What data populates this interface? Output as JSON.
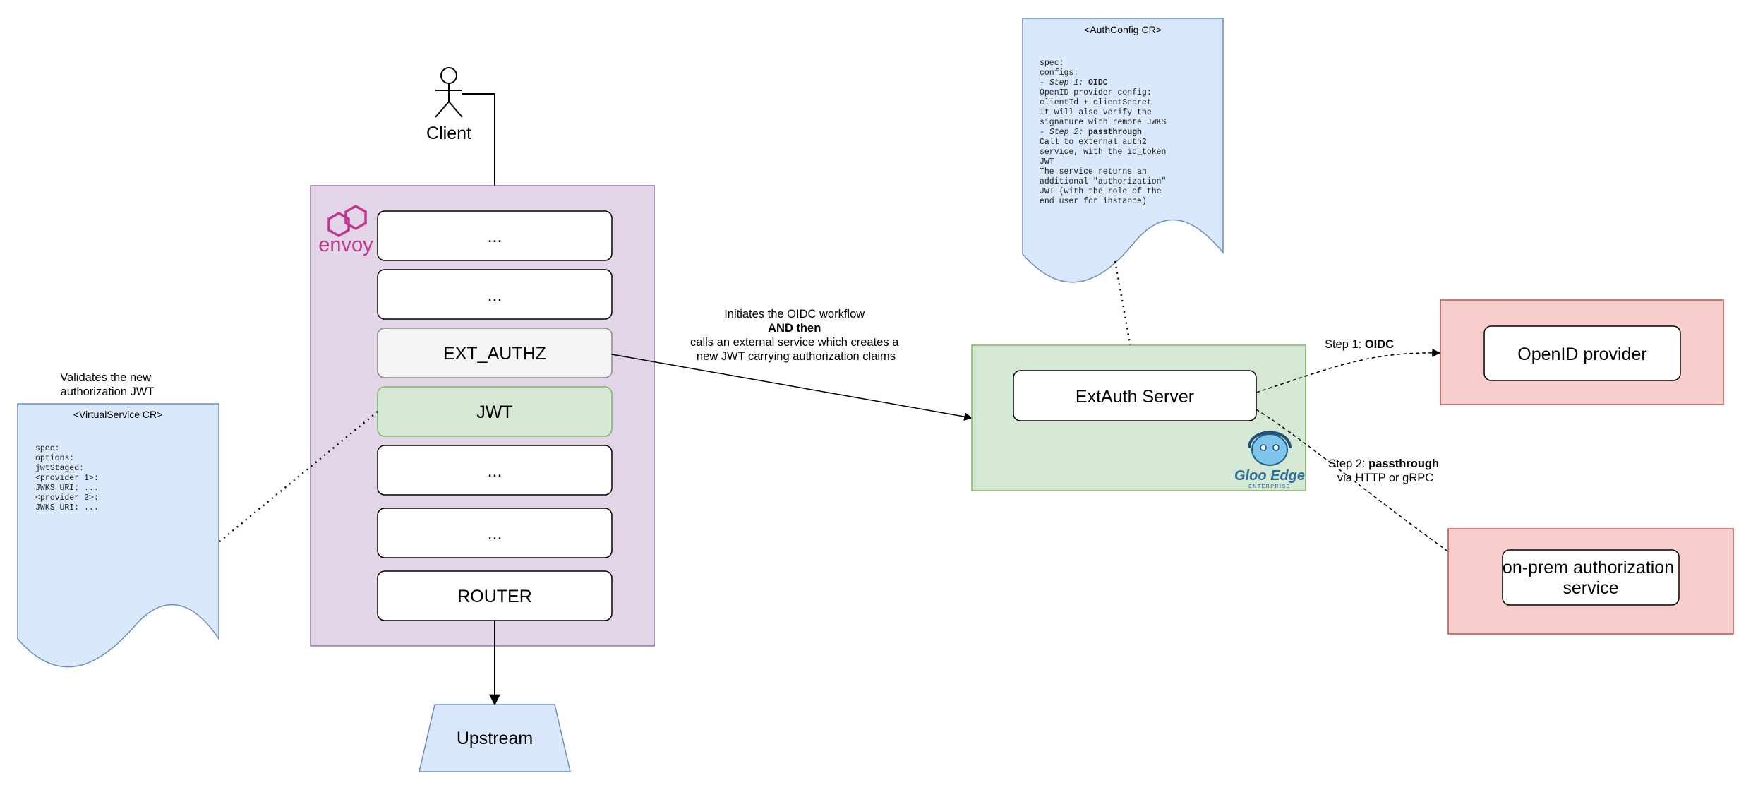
{
  "client": {
    "label": "Client"
  },
  "envoy": {
    "logo_text": "envoy",
    "filters": [
      "...",
      "...",
      "EXT_AUTHZ",
      "JWT",
      "...",
      "...",
      "ROUTER"
    ]
  },
  "upstream": {
    "label": "Upstream"
  },
  "virtual_service": {
    "caption_lines": [
      "Validates the new",
      "authorization JWT"
    ],
    "title": "<VirtualService CR>",
    "code": [
      "spec:",
      "  options:",
      "    jwtStaged:",
      "      <provider 1>:",
      "        JWKS URI: ...",
      "      <provider 2>:",
      "        JWKS URI: ..."
    ]
  },
  "auth_config": {
    "title": "<AuthConfig CR>",
    "code": [
      [
        {
          "t": "spec:"
        }
      ],
      [
        {
          "t": "  configs:"
        }
      ],
      [
        {
          "t": "  - "
        },
        {
          "t": "Step 1:",
          "i": true
        },
        {
          "t": " "
        },
        {
          "t": "OIDC",
          "b": true
        }
      ],
      [
        {
          "t": "    OpenID provider config:"
        }
      ],
      [
        {
          "t": "      clientId + clientSecret"
        }
      ],
      [
        {
          "t": "     It will also verify the"
        }
      ],
      [
        {
          "t": "     signature with remote JWKS"
        }
      ],
      [
        {
          "t": "  - "
        },
        {
          "t": "Step 2:",
          "i": true
        },
        {
          "t": " "
        },
        {
          "t": "passthrough",
          "b": true
        }
      ],
      [
        {
          "t": "    Call to external auth2"
        }
      ],
      [
        {
          "t": "    service, with the id_token"
        }
      ],
      [
        {
          "t": "    JWT"
        }
      ],
      [
        {
          "t": "    The service returns an"
        }
      ],
      [
        {
          "t": "    additional \"authorization\""
        }
      ],
      [
        {
          "t": "    JWT (with the role of the"
        }
      ],
      [
        {
          "t": "    end user for instance)"
        }
      ]
    ]
  },
  "oidc_workflow_label": {
    "line1": "Initiates the OIDC workflow",
    "line2": "AND then",
    "line3": "calls an external service which creates a",
    "line4": "new JWT carrying authorization claims"
  },
  "extauth": {
    "label": "ExtAuth Server",
    "logo_line1": "Gloo Edge",
    "logo_line2": "ENTERPRISE"
  },
  "step1": {
    "prefix": "Step 1: ",
    "bold": "OIDC"
  },
  "step2": {
    "prefix": "Step 2: ",
    "bold": "passthrough",
    "line2": "via HTTP or gRPC"
  },
  "openid": {
    "label": "OpenID provider"
  },
  "onprem": {
    "line1": "on-prem authorization",
    "line2": "service"
  },
  "colors": {
    "envoy_bg": "#e1d5e7",
    "envoy_border": "#9673a6",
    "doc_bg": "#dae8fc",
    "doc_border": "#6c8ebf",
    "green_bg": "#d5e8d4",
    "green_border": "#82b366",
    "red_bg": "#f8cecc",
    "red_border": "#b85450",
    "ext_authz_bg": "#f5f5f5",
    "envoy_logo": "#c2378f"
  }
}
